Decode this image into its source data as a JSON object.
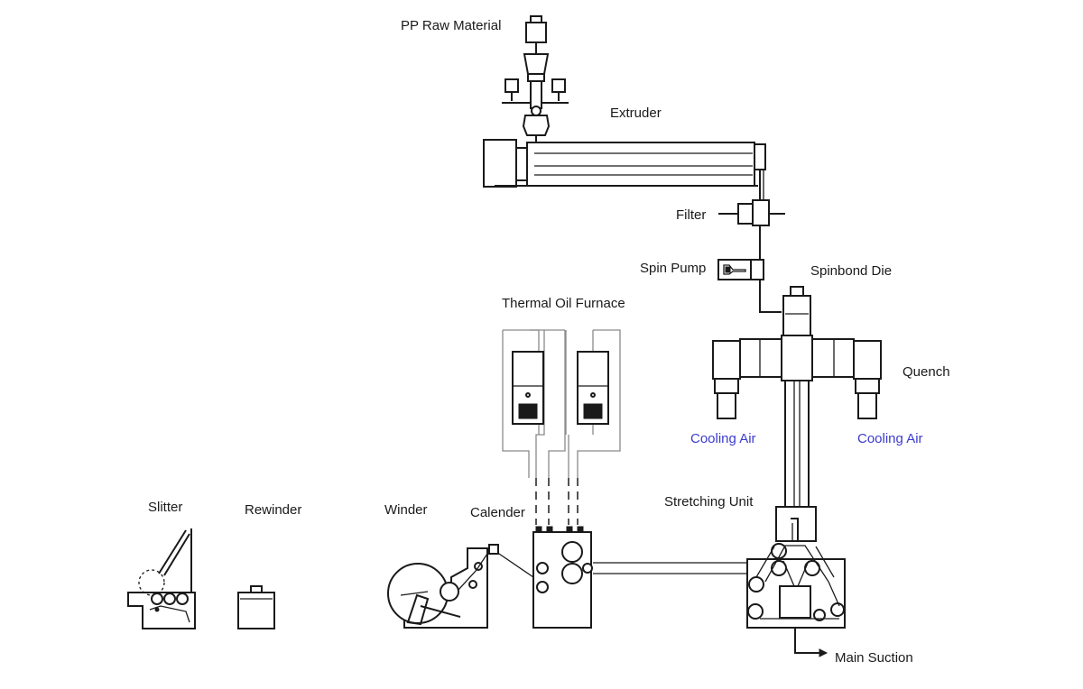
{
  "labels": {
    "raw_material": "PP Raw Material",
    "extruder": "Extruder",
    "filter": "Filter",
    "spin_pump": "Spin Pump",
    "spinbond_die": "Spinbond Die",
    "thermal_oil_furnace": "Thermal Oil Furnace",
    "quench": "Quench",
    "cooling_air_left": "Cooling Air",
    "cooling_air_right": "Cooling Air",
    "stretching_unit": "Stretching Unit",
    "slitter": "Slitter",
    "rewinder": "Rewinder",
    "winder": "Winder",
    "calender": "Calender",
    "main_suction": "Main Suction"
  },
  "colors": {
    "line": "#1a1a1a",
    "cooling_air_text": "#3b3bcf"
  }
}
